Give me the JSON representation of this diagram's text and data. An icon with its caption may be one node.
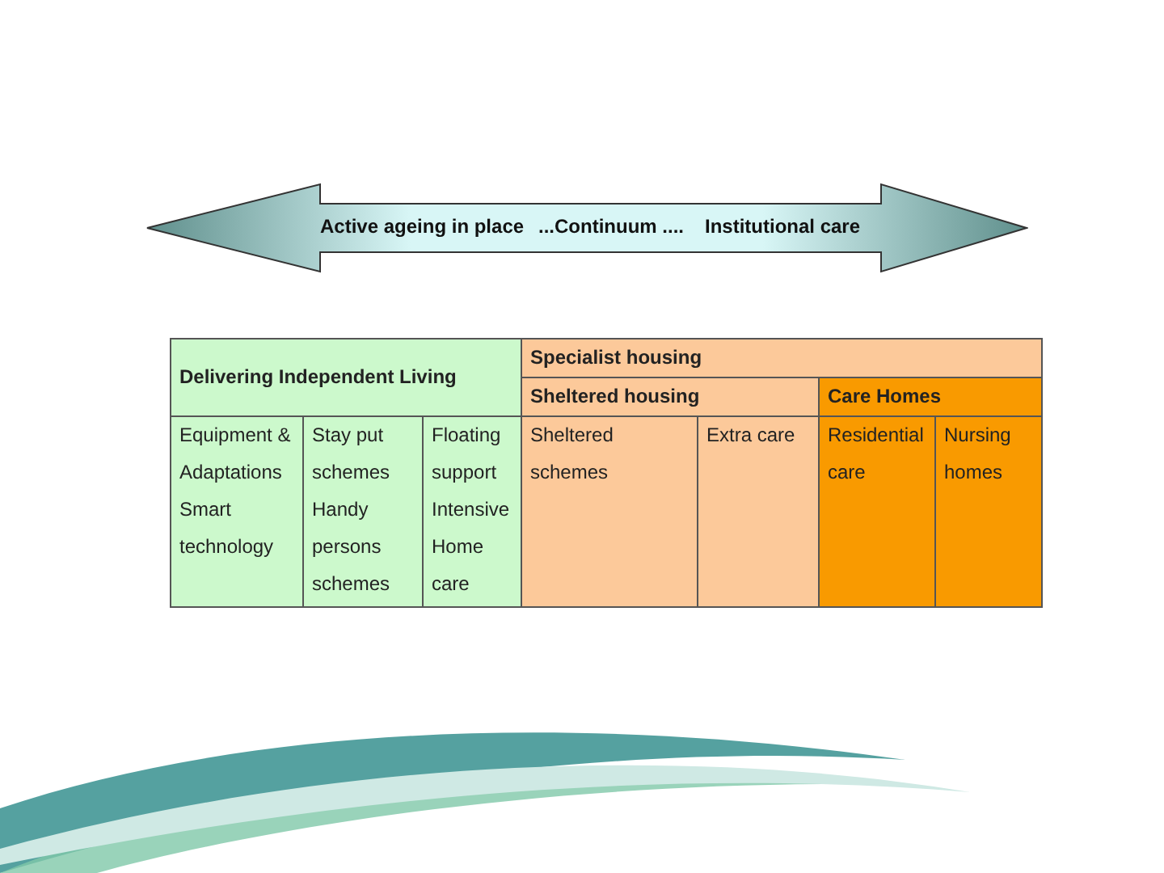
{
  "diagram": {
    "nodes": [
      {
        "text": [
          "Active ageing in place",
          "...Continuum ....",
          "Institutional care"
        ]
      }
    ],
    "edges": [],
    "labels": [
      "Delivering Independent Living",
      "Specialist housing",
      "Sheltered housing",
      "Care Homes",
      "Equipment & Adaptations",
      "Smart technology",
      "Stay put schemes",
      "Handy persons schemes",
      "Floating support",
      "Intensive Home care",
      "Sheltered schemes",
      "Extra care",
      "Residential care",
      "Nursing homes"
    ]
  }
}
